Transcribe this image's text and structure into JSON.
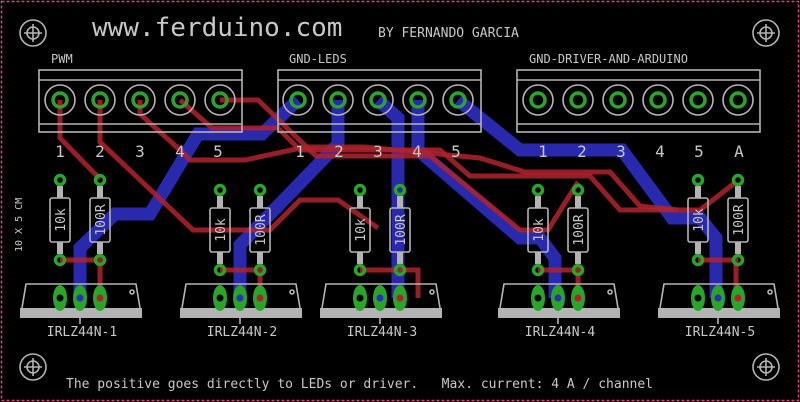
{
  "board": {
    "title": "www.ferduino.com",
    "author": "BY FERNANDO GARCIA",
    "dimension_label": "10 X 5 CM",
    "footer_note": "The positive goes directly to LEDs or driver.   Max. current: 4 A / channel",
    "colors": {
      "background": "#000000",
      "silkscreen": "#b4b4b4",
      "pad": "#2aa52a",
      "top_copper": "#b0232e",
      "bottom_copper": "#2d2dc0",
      "outline": "#d04a7a"
    }
  },
  "connectors": [
    {
      "label": "PWM",
      "pins": [
        "1",
        "2",
        "3",
        "4",
        "5"
      ]
    },
    {
      "label": "GND-LEDS",
      "pins": [
        "1",
        "2",
        "3",
        "4",
        "5"
      ]
    },
    {
      "label": "GND-DRIVER-AND-ARDUINO",
      "pins": [
        "1",
        "2",
        "3",
        "4",
        "5",
        "A"
      ]
    }
  ],
  "channels": [
    {
      "mosfet": "IRLZ44N-1",
      "r_pulldown": "10k",
      "r_gate": "100R"
    },
    {
      "mosfet": "IRLZ44N-2",
      "r_pulldown": "10k",
      "r_gate": "100R"
    },
    {
      "mosfet": "IRLZ44N-3",
      "r_pulldown": "10k",
      "r_gate": "100R"
    },
    {
      "mosfet": "IRLZ44N-4",
      "r_pulldown": "10k",
      "r_gate": "100R"
    },
    {
      "mosfet": "IRLZ44N-5",
      "r_pulldown": "10k",
      "r_gate": "100R"
    }
  ]
}
